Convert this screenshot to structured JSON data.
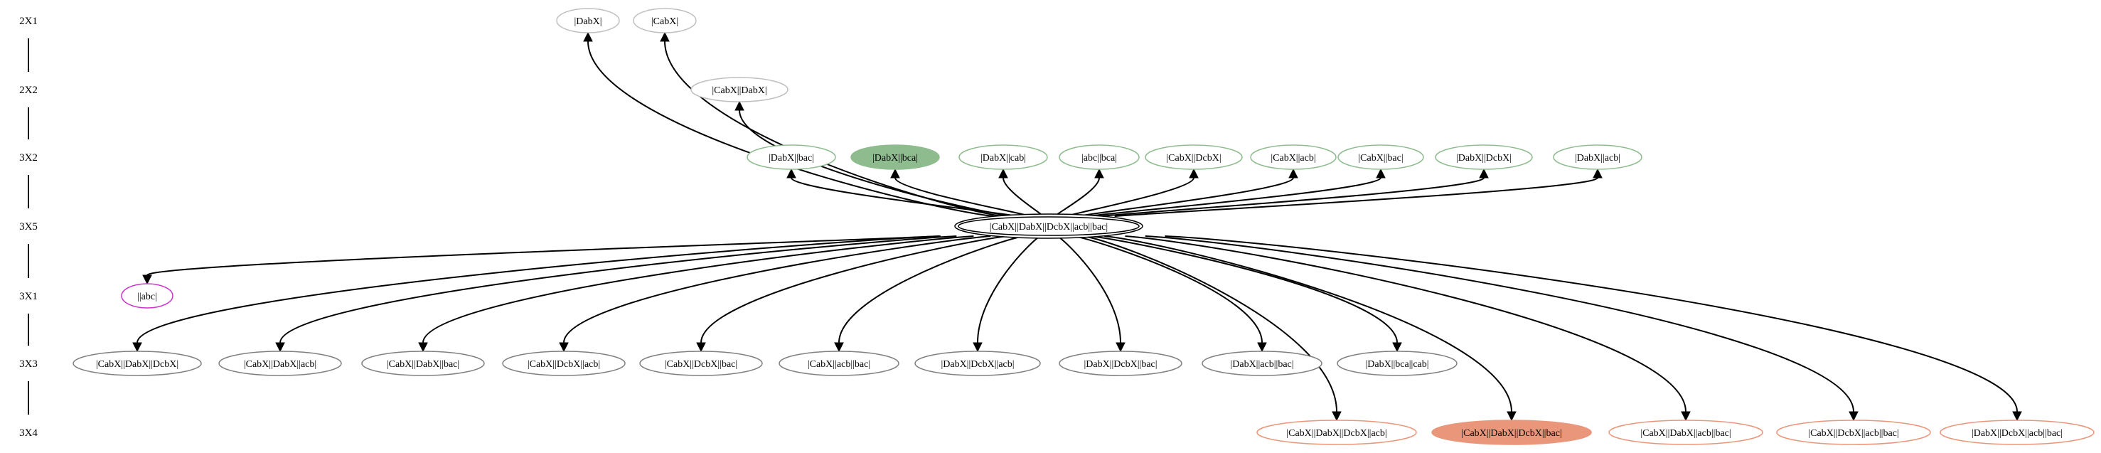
{
  "ranks": [
    {
      "id": "r1",
      "label": "2X1"
    },
    {
      "id": "r2",
      "label": "2X2"
    },
    {
      "id": "r3",
      "label": "3X2"
    },
    {
      "id": "r4",
      "label": "3X5"
    },
    {
      "id": "r5",
      "label": "3X1"
    },
    {
      "id": "r6",
      "label": "3X3"
    },
    {
      "id": "r7",
      "label": "3X4"
    }
  ],
  "nodes": [
    {
      "id": "n_dabx",
      "rank": "r1",
      "label": "|DabX|",
      "stroke": "#bfbfbf",
      "fill": "none"
    },
    {
      "id": "n_cabx",
      "rank": "r1",
      "label": "|CabX|",
      "stroke": "#bfbfbf",
      "fill": "none"
    },
    {
      "id": "n_cabx_dabx",
      "rank": "r2",
      "label": "|CabX||DabX|",
      "stroke": "#bfbfbf",
      "fill": "none"
    },
    {
      "id": "n_dabx_bac",
      "rank": "r3",
      "label": "|DabX||bac|",
      "stroke": "#8fbc8f",
      "fill": "none"
    },
    {
      "id": "n_dabx_bca",
      "rank": "r3",
      "label": "|DabX||bca|",
      "stroke": "#8fbc8f",
      "fill": "#8fbc8f"
    },
    {
      "id": "n_dabx_cab",
      "rank": "r3",
      "label": "|DabX||cab|",
      "stroke": "#8fbc8f",
      "fill": "none"
    },
    {
      "id": "n_abc_bca",
      "rank": "r3",
      "label": "|abc||bca|",
      "stroke": "#8fbc8f",
      "fill": "none"
    },
    {
      "id": "n_cabx_dcbx",
      "rank": "r3",
      "label": "|CabX||DcbX|",
      "stroke": "#8fbc8f",
      "fill": "none"
    },
    {
      "id": "n_cabx_acb",
      "rank": "r3",
      "label": "|CabX||acb|",
      "stroke": "#8fbc8f",
      "fill": "none"
    },
    {
      "id": "n_cabx_bac",
      "rank": "r3",
      "label": "|CabX||bac|",
      "stroke": "#8fbc8f",
      "fill": "none"
    },
    {
      "id": "n_dabx_dcbx",
      "rank": "r3",
      "label": "|DabX||DcbX|",
      "stroke": "#8fbc8f",
      "fill": "none"
    },
    {
      "id": "n_dabx_acb",
      "rank": "r3",
      "label": "|DabX||acb|",
      "stroke": "#8fbc8f",
      "fill": "none"
    },
    {
      "id": "n_center",
      "rank": "r4",
      "label": "|CabX||DabX||DcbX||acb||bac|",
      "stroke": "#000000",
      "fill": "none",
      "double": true
    },
    {
      "id": "n_abc",
      "rank": "r5",
      "label": "||abc|",
      "stroke": "#cc33cc",
      "fill": "none"
    },
    {
      "id": "n_cabx_dabx_dcbx",
      "rank": "r6",
      "label": "|CabX||DabX||DcbX|",
      "stroke": "#808080",
      "fill": "none"
    },
    {
      "id": "n_cabx_dabx_acb",
      "rank": "r6",
      "label": "|CabX||DabX||acb|",
      "stroke": "#808080",
      "fill": "none"
    },
    {
      "id": "n_cabx_dabx_bac",
      "rank": "r6",
      "label": "|CabX||DabX||bac|",
      "stroke": "#808080",
      "fill": "none"
    },
    {
      "id": "n_cabx_dcbx_acb",
      "rank": "r6",
      "label": "|CabX||DcbX||acb|",
      "stroke": "#808080",
      "fill": "none"
    },
    {
      "id": "n_cabx_dcbx_bac",
      "rank": "r6",
      "label": "|CabX||DcbX||bac|",
      "stroke": "#808080",
      "fill": "none"
    },
    {
      "id": "n_cabx_acb_bac",
      "rank": "r6",
      "label": "|CabX||acb||bac|",
      "stroke": "#808080",
      "fill": "none"
    },
    {
      "id": "n_dabx_dcbx_acb",
      "rank": "r6",
      "label": "|DabX||DcbX||acb|",
      "stroke": "#808080",
      "fill": "none"
    },
    {
      "id": "n_dabx_dcbx_bac",
      "rank": "r6",
      "label": "|DabX||DcbX||bac|",
      "stroke": "#808080",
      "fill": "none"
    },
    {
      "id": "n_dabx_acb_bac",
      "rank": "r6",
      "label": "|DabX||acb||bac|",
      "stroke": "#808080",
      "fill": "none"
    },
    {
      "id": "n_dabx_bca_cab",
      "rank": "r6",
      "label": "|DabX||bca||cab|",
      "stroke": "#808080",
      "fill": "none"
    },
    {
      "id": "n_cabx_dabx_dcbx_acb",
      "rank": "r7",
      "label": "|CabX||DabX||DcbX||acb|",
      "stroke": "#e9967a",
      "fill": "none"
    },
    {
      "id": "n_cabx_dabx_dcbx_bac",
      "rank": "r7",
      "label": "|CabX||DabX||DcbX||bac|",
      "stroke": "#e9967a",
      "fill": "#e9967a"
    },
    {
      "id": "n_cabx_dabx_acb_bac",
      "rank": "r7",
      "label": "|CabX||DabX||acb||bac|",
      "stroke": "#e9967a",
      "fill": "none"
    },
    {
      "id": "n_cabx_dcbx_acb_bac",
      "rank": "r7",
      "label": "|CabX||DcbX||acb||bac|",
      "stroke": "#e9967a",
      "fill": "none"
    },
    {
      "id": "n_dabx_dcbx_acb_bac",
      "rank": "r7",
      "label": "|DabX||DcbX||acb||bac|",
      "stroke": "#e9967a",
      "fill": "none"
    }
  ],
  "edges": [
    {
      "from": "n_center",
      "to": "n_dabx"
    },
    {
      "from": "n_center",
      "to": "n_cabx"
    },
    {
      "from": "n_center",
      "to": "n_cabx_dabx"
    },
    {
      "from": "n_center",
      "to": "n_dabx_bac"
    },
    {
      "from": "n_center",
      "to": "n_dabx_bca"
    },
    {
      "from": "n_center",
      "to": "n_dabx_cab"
    },
    {
      "from": "n_center",
      "to": "n_abc_bca"
    },
    {
      "from": "n_center",
      "to": "n_cabx_dcbx"
    },
    {
      "from": "n_center",
      "to": "n_cabx_acb"
    },
    {
      "from": "n_center",
      "to": "n_cabx_bac"
    },
    {
      "from": "n_center",
      "to": "n_dabx_dcbx"
    },
    {
      "from": "n_center",
      "to": "n_dabx_acb"
    },
    {
      "from": "n_center",
      "to": "n_abc"
    },
    {
      "from": "n_center",
      "to": "n_cabx_dabx_dcbx"
    },
    {
      "from": "n_center",
      "to": "n_cabx_dabx_acb"
    },
    {
      "from": "n_center",
      "to": "n_cabx_dabx_bac"
    },
    {
      "from": "n_center",
      "to": "n_cabx_dcbx_acb"
    },
    {
      "from": "n_center",
      "to": "n_cabx_dcbx_bac"
    },
    {
      "from": "n_center",
      "to": "n_cabx_acb_bac"
    },
    {
      "from": "n_center",
      "to": "n_dabx_dcbx_acb"
    },
    {
      "from": "n_center",
      "to": "n_dabx_dcbx_bac"
    },
    {
      "from": "n_center",
      "to": "n_dabx_acb_bac"
    },
    {
      "from": "n_center",
      "to": "n_dabx_bca_cab"
    },
    {
      "from": "n_center",
      "to": "n_cabx_dabx_dcbx_acb"
    },
    {
      "from": "n_center",
      "to": "n_cabx_dabx_dcbx_bac"
    },
    {
      "from": "n_center",
      "to": "n_cabx_dabx_acb_bac"
    },
    {
      "from": "n_center",
      "to": "n_cabx_dcbx_acb_bac"
    },
    {
      "from": "n_center",
      "to": "n_dabx_dcbx_acb_bac"
    }
  ]
}
